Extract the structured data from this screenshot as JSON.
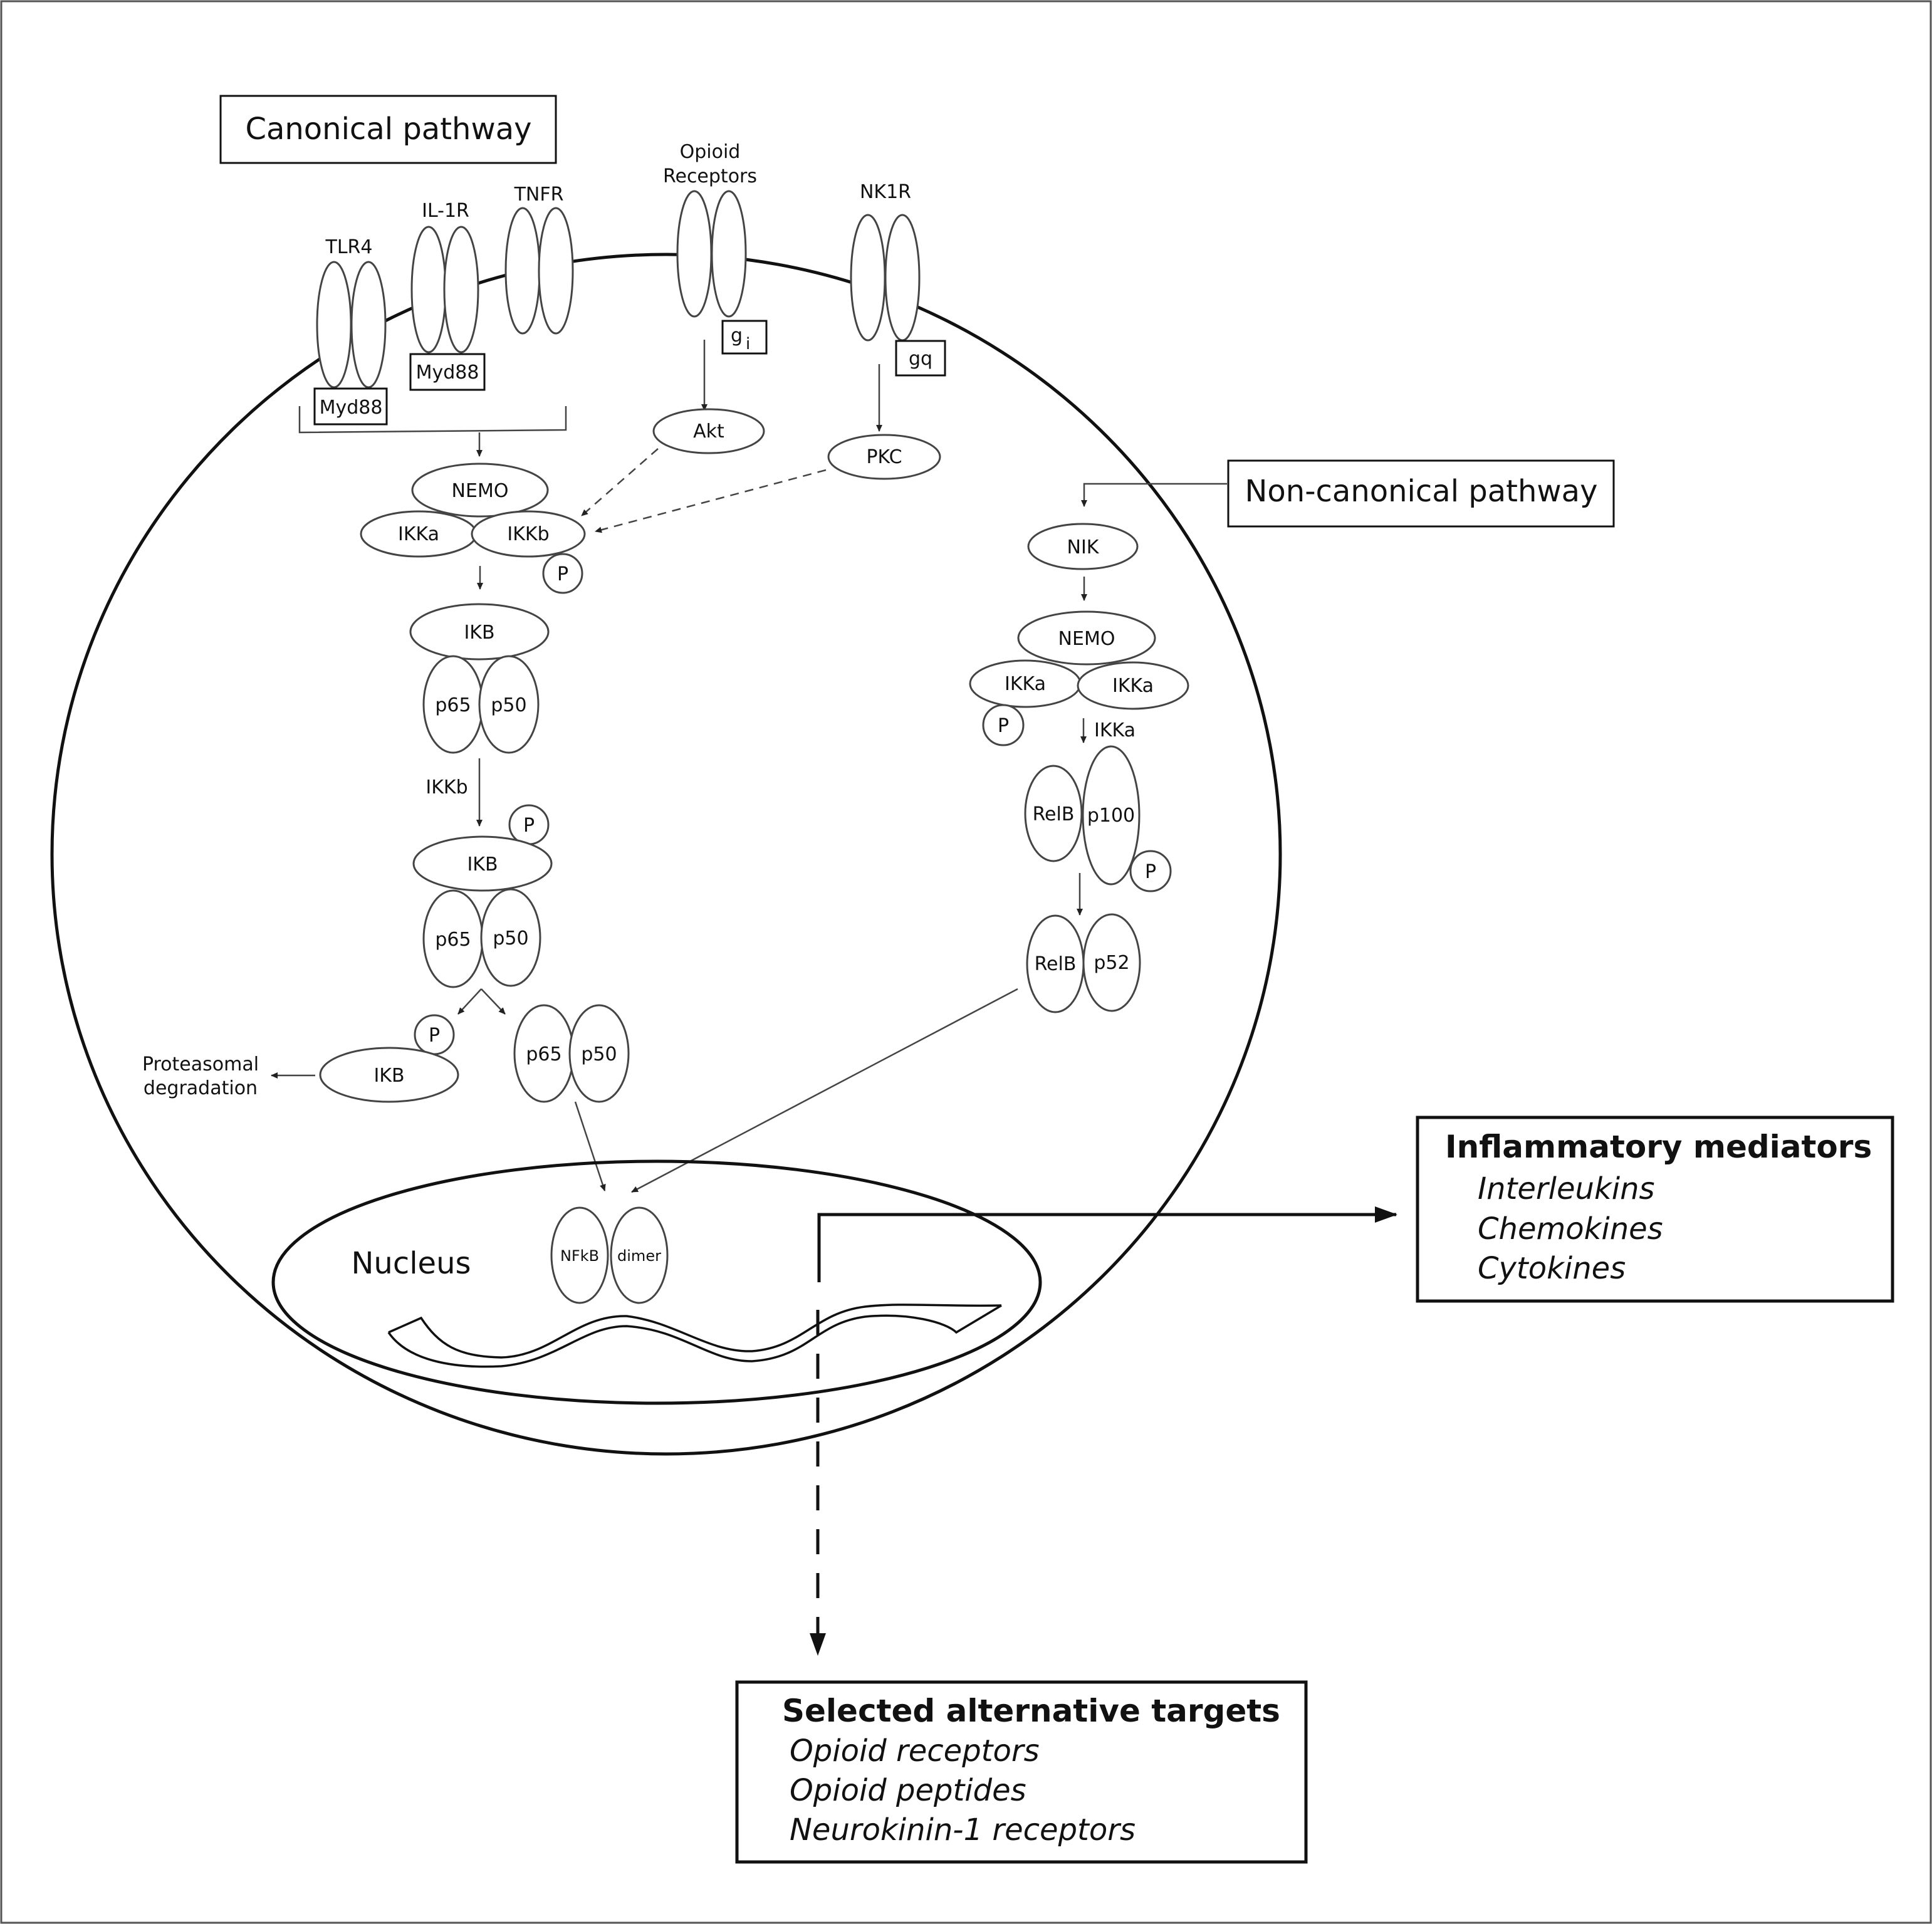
{
  "pathways": {
    "canonical": "Canonical pathway",
    "non_canonical": "Non-canonical pathway"
  },
  "receptors": {
    "tlr4": "TLR4",
    "il1r": "IL-1R",
    "tnfr": "TNFR",
    "opioid_line1": "Opioid",
    "opioid_line2": "Receptors",
    "nk1r": "NK1R",
    "myd88": "Myd88",
    "gi_main": "g",
    "gi_sub": "i",
    "gq": "gq"
  },
  "kinases": {
    "akt": "Akt",
    "pkc": "PKC",
    "nik": "NIK",
    "nemo": "NEMO",
    "ikka": "IKKa",
    "ikkb": "IKKb",
    "p": "P"
  },
  "proteins": {
    "ikb": "IKB",
    "p65": "p65",
    "p50": "p50",
    "relb": "RelB",
    "p100": "p100",
    "p52": "p52",
    "nfkb": "NFkB",
    "dimer": "dimer"
  },
  "degradation": {
    "line1": "Proteasomal",
    "line2": "degradation"
  },
  "nucleus": "Nucleus",
  "inflammatory": {
    "header": "Inflammatory mediators",
    "items": [
      "Interleukins",
      "Chemokines",
      "Cytokines"
    ]
  },
  "alternative": {
    "header": "Selected alternative targets",
    "items": [
      "Opioid receptors",
      "Opioid peptides",
      "Neurokinin-1 receptors"
    ]
  }
}
